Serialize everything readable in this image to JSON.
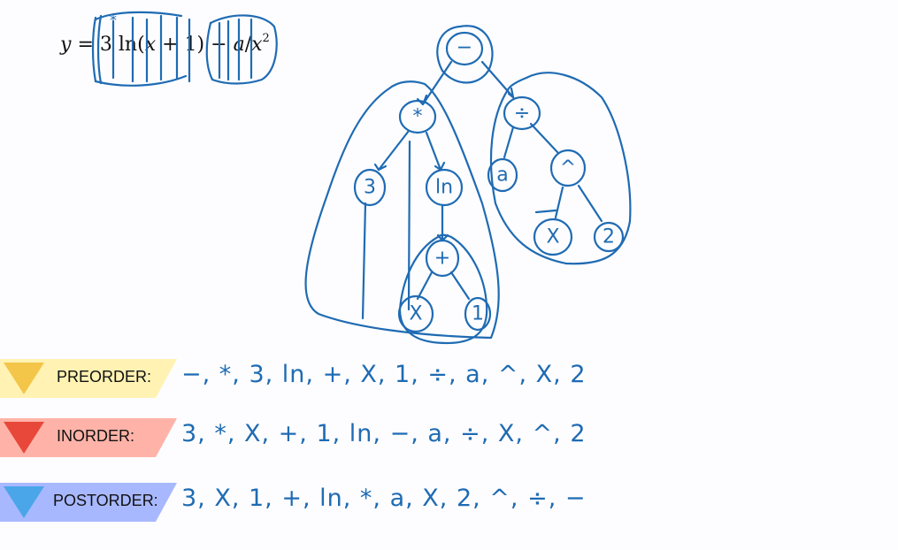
{
  "formula": {
    "lhs": "y",
    "eq": "=",
    "coef": "3",
    "fn": "ln",
    "paren_open": "(",
    "var": "x",
    "plus": "+",
    "one": "1",
    "paren_close": ")",
    "minus": "−",
    "a": "a",
    "slash": "/",
    "x": "x",
    "exp": "2"
  },
  "formula_annotation": {
    "star": "*"
  },
  "tree": {
    "nodes": {
      "minus": "−",
      "times": "*",
      "divide": "÷",
      "three": "3",
      "ln": "ln",
      "a": "a",
      "caret": "^",
      "plus": "+",
      "x_low": "X",
      "one": "1",
      "x_right": "X",
      "two": "2"
    }
  },
  "traversals": [
    {
      "label": "PREORDER:",
      "sequence": "−, *, 3, ln, +, X, 1, ÷, a, ^, X, 2",
      "color": "#fff2b3",
      "accent": "#f3c64a"
    },
    {
      "label": "INORDER:",
      "sequence": "3, *, X, +, 1, ln, −, a, ÷, X, ^, 2",
      "color": "#ffb3a8",
      "accent": "#e8483a"
    },
    {
      "label": "POSTORDER:",
      "sequence": "3, X, 1, +, ln, *, a, X, 2, ^, ÷, −",
      "color": "#a8b8ff",
      "accent": "#4aa6e8"
    }
  ],
  "colors": {
    "ink": "#1f6bb3"
  }
}
